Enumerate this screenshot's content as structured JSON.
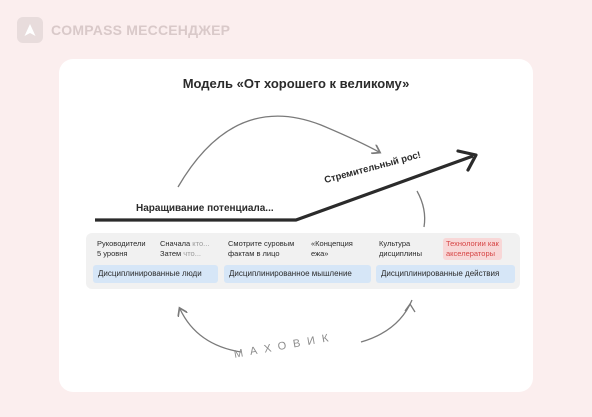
{
  "brand": {
    "name": "COMPASS МЕССЕНДЖЕР",
    "logo_icon": "compass-a-logo-icon"
  },
  "title": "Модель «От хорошего к великому»",
  "labels": {
    "growth": "Наращивание потенциала...",
    "rapid": "Стремительный рос!",
    "flywheel": "МАХОВИК"
  },
  "items": [
    {
      "line1": "Руководители",
      "line2": "5 уровня"
    },
    {
      "line1": "Сначала",
      "line1_muted": " кто...",
      "line2": "Затем",
      "line2_muted": " что..."
    },
    {
      "line1": "Смотрите суровым",
      "line2": "фактам в лицо"
    },
    {
      "line1": "«Концепция",
      "line2": "ежа»"
    },
    {
      "line1": "Культура",
      "line2": "дисциплины"
    },
    {
      "line1": "Технологии как",
      "line2": "акселераторы"
    }
  ],
  "stages": [
    "Дисциплинированные люди",
    "Дисциплинированное мышление",
    "Дисциплинированные действия"
  ],
  "colors": {
    "background": "#fbeeee",
    "card": "#ffffff",
    "stage_fill": "#d6e6f7",
    "highlight_fill": "#f8d7d7",
    "highlight_text": "#d64545",
    "line": "#2b2b2b",
    "arrow": "#7a7a7a"
  }
}
